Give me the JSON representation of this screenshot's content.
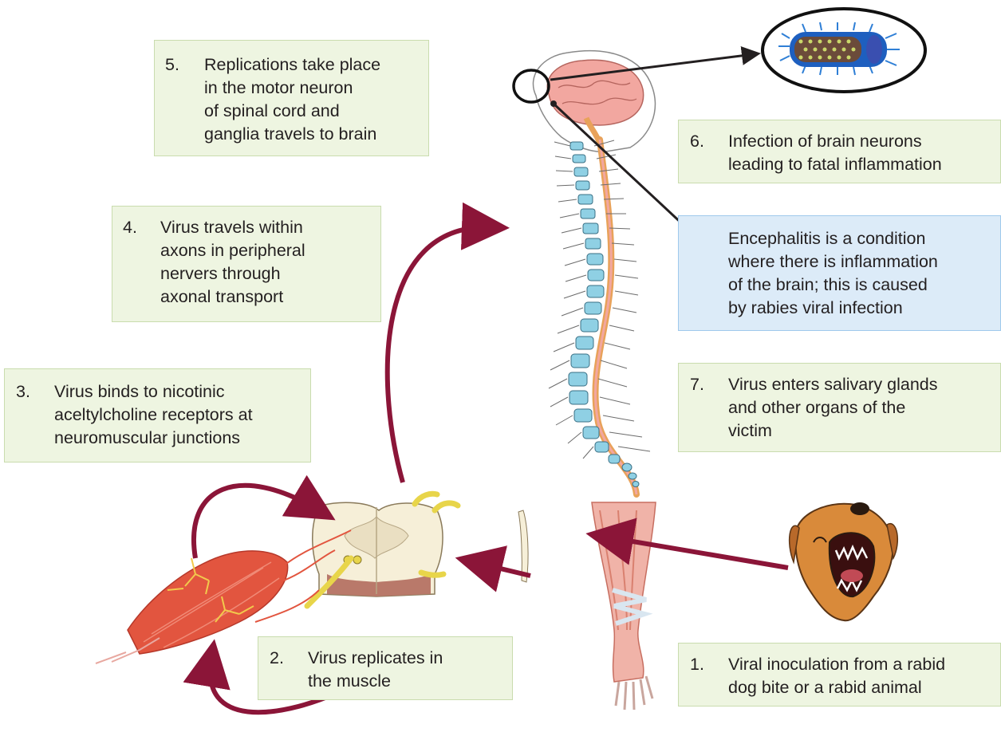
{
  "steps": {
    "s1": {
      "num": "1.",
      "lines": [
        "Viral inoculation from a rabid",
        "dog bite or a rabid animal"
      ]
    },
    "s2": {
      "num": "2.",
      "lines": [
        "Virus replicates in",
        "the muscle"
      ]
    },
    "s3": {
      "num": "3.",
      "lines": [
        "Virus binds to nicotinic",
        "aceltylcholine receptors at",
        "neuromuscular junctions"
      ]
    },
    "s4": {
      "num": "4.",
      "lines": [
        "Virus travels within",
        "axons in peripheral",
        "nervers through",
        "axonal transport"
      ]
    },
    "s5": {
      "num": "5.",
      "lines": [
        "Replications take place",
        "in the motor neuron",
        "of spinal cord and",
        "ganglia travels to brain"
      ]
    },
    "s6": {
      "num": "6.",
      "lines": [
        "Infection of brain neurons",
        "leading to fatal inflammation"
      ]
    },
    "s7": {
      "num": "7.",
      "lines": [
        "Virus enters salivary glands",
        "and other organs of the",
        "victim"
      ]
    }
  },
  "note": {
    "lines": [
      "Encephalitis is a condition",
      "where there is inflammation",
      "of the brain; this is caused",
      "by rabies viral infection"
    ]
  },
  "colors": {
    "step_box": "#eef5e1",
    "note_box": "#dcebf8",
    "arrow": "#8b1538",
    "pointer": "#231f20",
    "vertebra": "#8fd0e4",
    "cord": "#e8a25a",
    "brain": "#f2a7a0",
    "muscle": "#e2553f",
    "dog": "#d98a3a"
  },
  "icons": [
    "virus-icon",
    "brain-icon",
    "spine-icon",
    "spinal-cord-section-icon",
    "muscle-icon",
    "leg-icon",
    "dog-head-icon"
  ]
}
